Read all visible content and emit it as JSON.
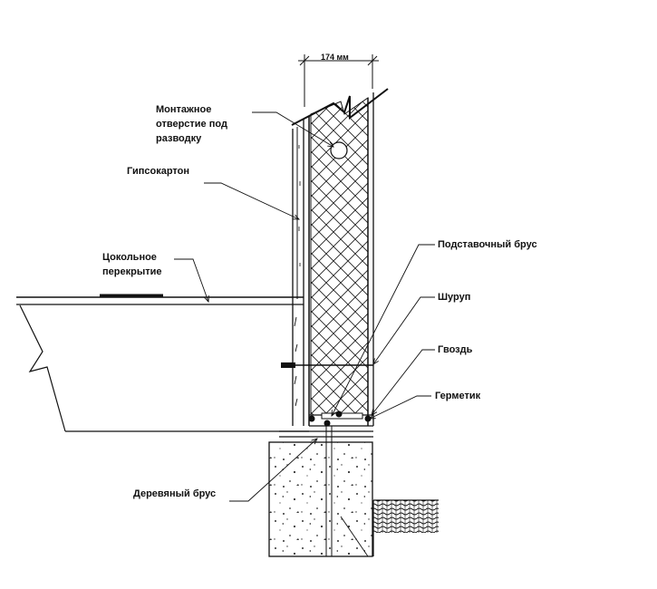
{
  "dimension": {
    "width_label": "174 мм"
  },
  "labels": {
    "mounting_hole": [
      "Монтажное",
      "отверстие под",
      "разводку"
    ],
    "drywall": "Гипсокартон",
    "basement_floor": [
      "Цокольное",
      "перекрытие"
    ],
    "sill_beam": "Подставочный брус",
    "screw": "Шуруп",
    "nail": "Гвоздь",
    "sealant": "Герметик",
    "wood_beam": "Деревяный брус"
  },
  "colors": {
    "ink": "#111111",
    "paper": "#ffffff"
  }
}
